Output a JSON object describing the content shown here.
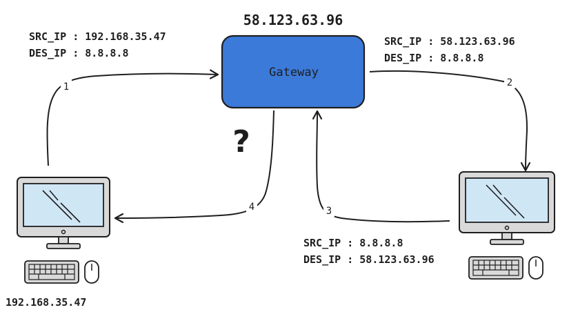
{
  "gateway": {
    "ip": "58.123.63.96",
    "label": "Gateway"
  },
  "packets": {
    "p1": {
      "src": "SRC_IP : 192.168.35.47",
      "dst": "DES_IP : 8.8.8.8"
    },
    "p2": {
      "src": "SRC_IP : 58.123.63.96",
      "dst": "DES_IP : 8.8.8.8"
    },
    "p3": {
      "src": "SRC_IP : 8.8.8.8",
      "dst": "DES_IP : 58.123.63.96"
    }
  },
  "steps": [
    "1",
    "2",
    "3",
    "4"
  ],
  "question": "?",
  "client": {
    "ip": "192.168.35.47"
  },
  "colors": {
    "gateway_fill": "#3b7ad8",
    "screen": "#cfe6f5",
    "frame": "#d9d9d9"
  }
}
